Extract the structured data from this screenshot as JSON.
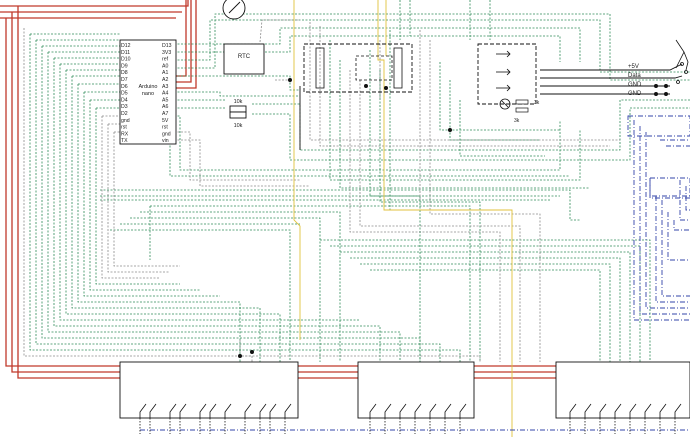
{
  "arduino": {
    "title_line1": "Arduino",
    "title_line2": "nano",
    "left_pins": [
      "D12",
      "D11",
      "D10",
      "D9",
      "D8",
      "D7",
      "D6",
      "D5",
      "D4",
      "D3",
      "D2",
      "gnd",
      "rst",
      "RX",
      "TX"
    ],
    "right_pins": [
      "D13",
      "3V3",
      "ref",
      "A0",
      "A1",
      "A2",
      "A3",
      "A4",
      "A5",
      "A6",
      "A7",
      "5V",
      "rst",
      "gnd",
      "vin"
    ]
  },
  "rtc": {
    "label": "RTC"
  },
  "resistors": {
    "upper": "10k",
    "lower": "10k",
    "sensor_a": "3k",
    "sensor_b": "3k"
  },
  "connector": {
    "labels": [
      "+5V",
      "Data",
      "GND",
      "GND"
    ]
  },
  "colors": {
    "red": "#c0392b",
    "green": "#2e8b57",
    "gray": "#777777",
    "yellow": "#e0c23c",
    "blue": "#3344aa",
    "black": "#111111"
  }
}
